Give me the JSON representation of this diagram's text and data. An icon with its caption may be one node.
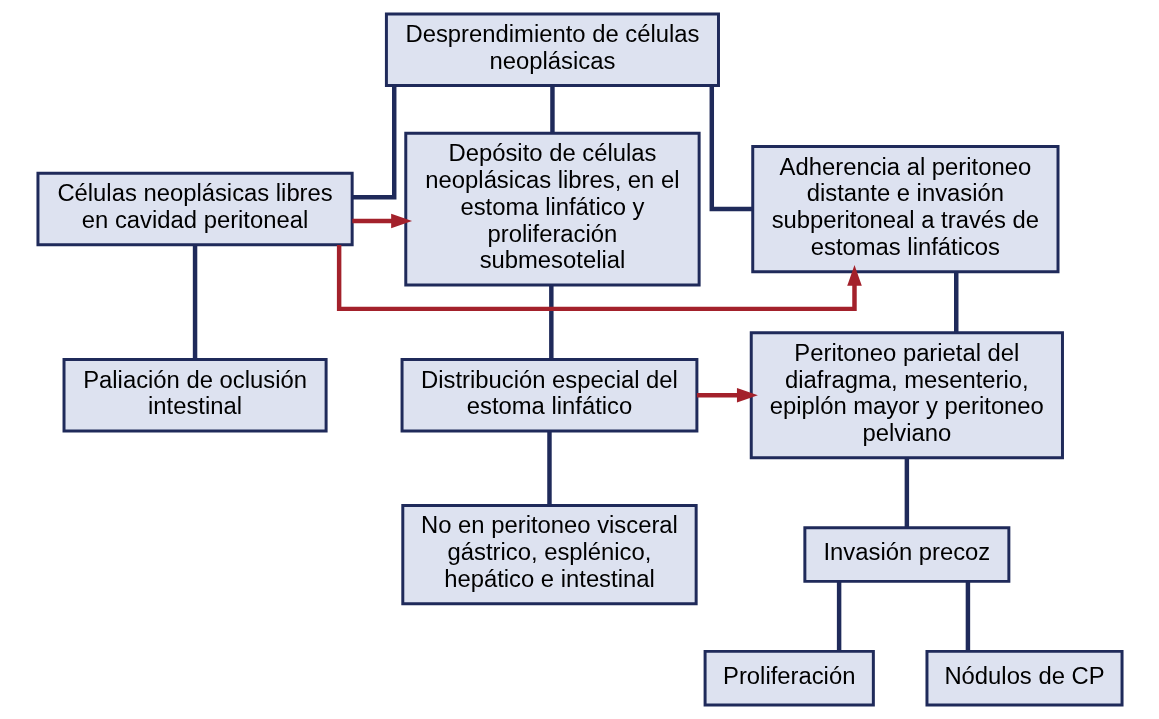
{
  "diagram": {
    "nodes": [
      {
        "text": [
          "Desprendimiento de células neoplásicas"
        ]
      },
      {
        "text": [
          "Depósito de células neoplásicas libres, en el estoma linfático y proliferación submesotelial"
        ]
      },
      {
        "text": [
          "Células neoplásicas libres en cavidad peritoneal"
        ]
      },
      {
        "text": [
          "Adherencia al peritoneo distante e invasión subperitoneal a través de estomas linfáticos"
        ]
      },
      {
        "text": [
          "Paliación de oclusión intestinal"
        ]
      },
      {
        "text": [
          "Distribución especial del estoma linfático"
        ]
      },
      {
        "text": [
          "Peritoneo parietal del diafragma, mesenterio, epiplón mayor y peritoneo pelviano"
        ]
      },
      {
        "text": [
          "No en peritoneo visceral gástrico, esplénico, hepático e intestinal"
        ]
      },
      {
        "text": [
          "Invasión precoz"
        ]
      },
      {
        "text": [
          "Proliferación"
        ]
      },
      {
        "text": [
          "Nódulos de CP"
        ]
      }
    ],
    "edges": [
      {
        "from": 0,
        "to": 1,
        "arrow": "none"
      },
      {
        "from": 0,
        "to": 2,
        "arrow": "none"
      },
      {
        "from": 0,
        "to": 3,
        "arrow": "none"
      },
      {
        "from": 2,
        "to": 1,
        "arrow": "to",
        "color": "#a3212b"
      },
      {
        "from": 2,
        "to": 3,
        "arrow": "to",
        "color": "#a3212b"
      },
      {
        "from": 2,
        "to": 4,
        "arrow": "none"
      },
      {
        "from": 1,
        "to": 5,
        "arrow": "none"
      },
      {
        "from": 3,
        "to": 6,
        "arrow": "none"
      },
      {
        "from": 5,
        "to": 6,
        "arrow": "to",
        "color": "#a3212b"
      },
      {
        "from": 5,
        "to": 7,
        "arrow": "none"
      },
      {
        "from": 6,
        "to": 8,
        "arrow": "none"
      },
      {
        "from": 8,
        "to": 9,
        "arrow": "none"
      },
      {
        "from": 8,
        "to": 10,
        "arrow": "none"
      }
    ]
  }
}
